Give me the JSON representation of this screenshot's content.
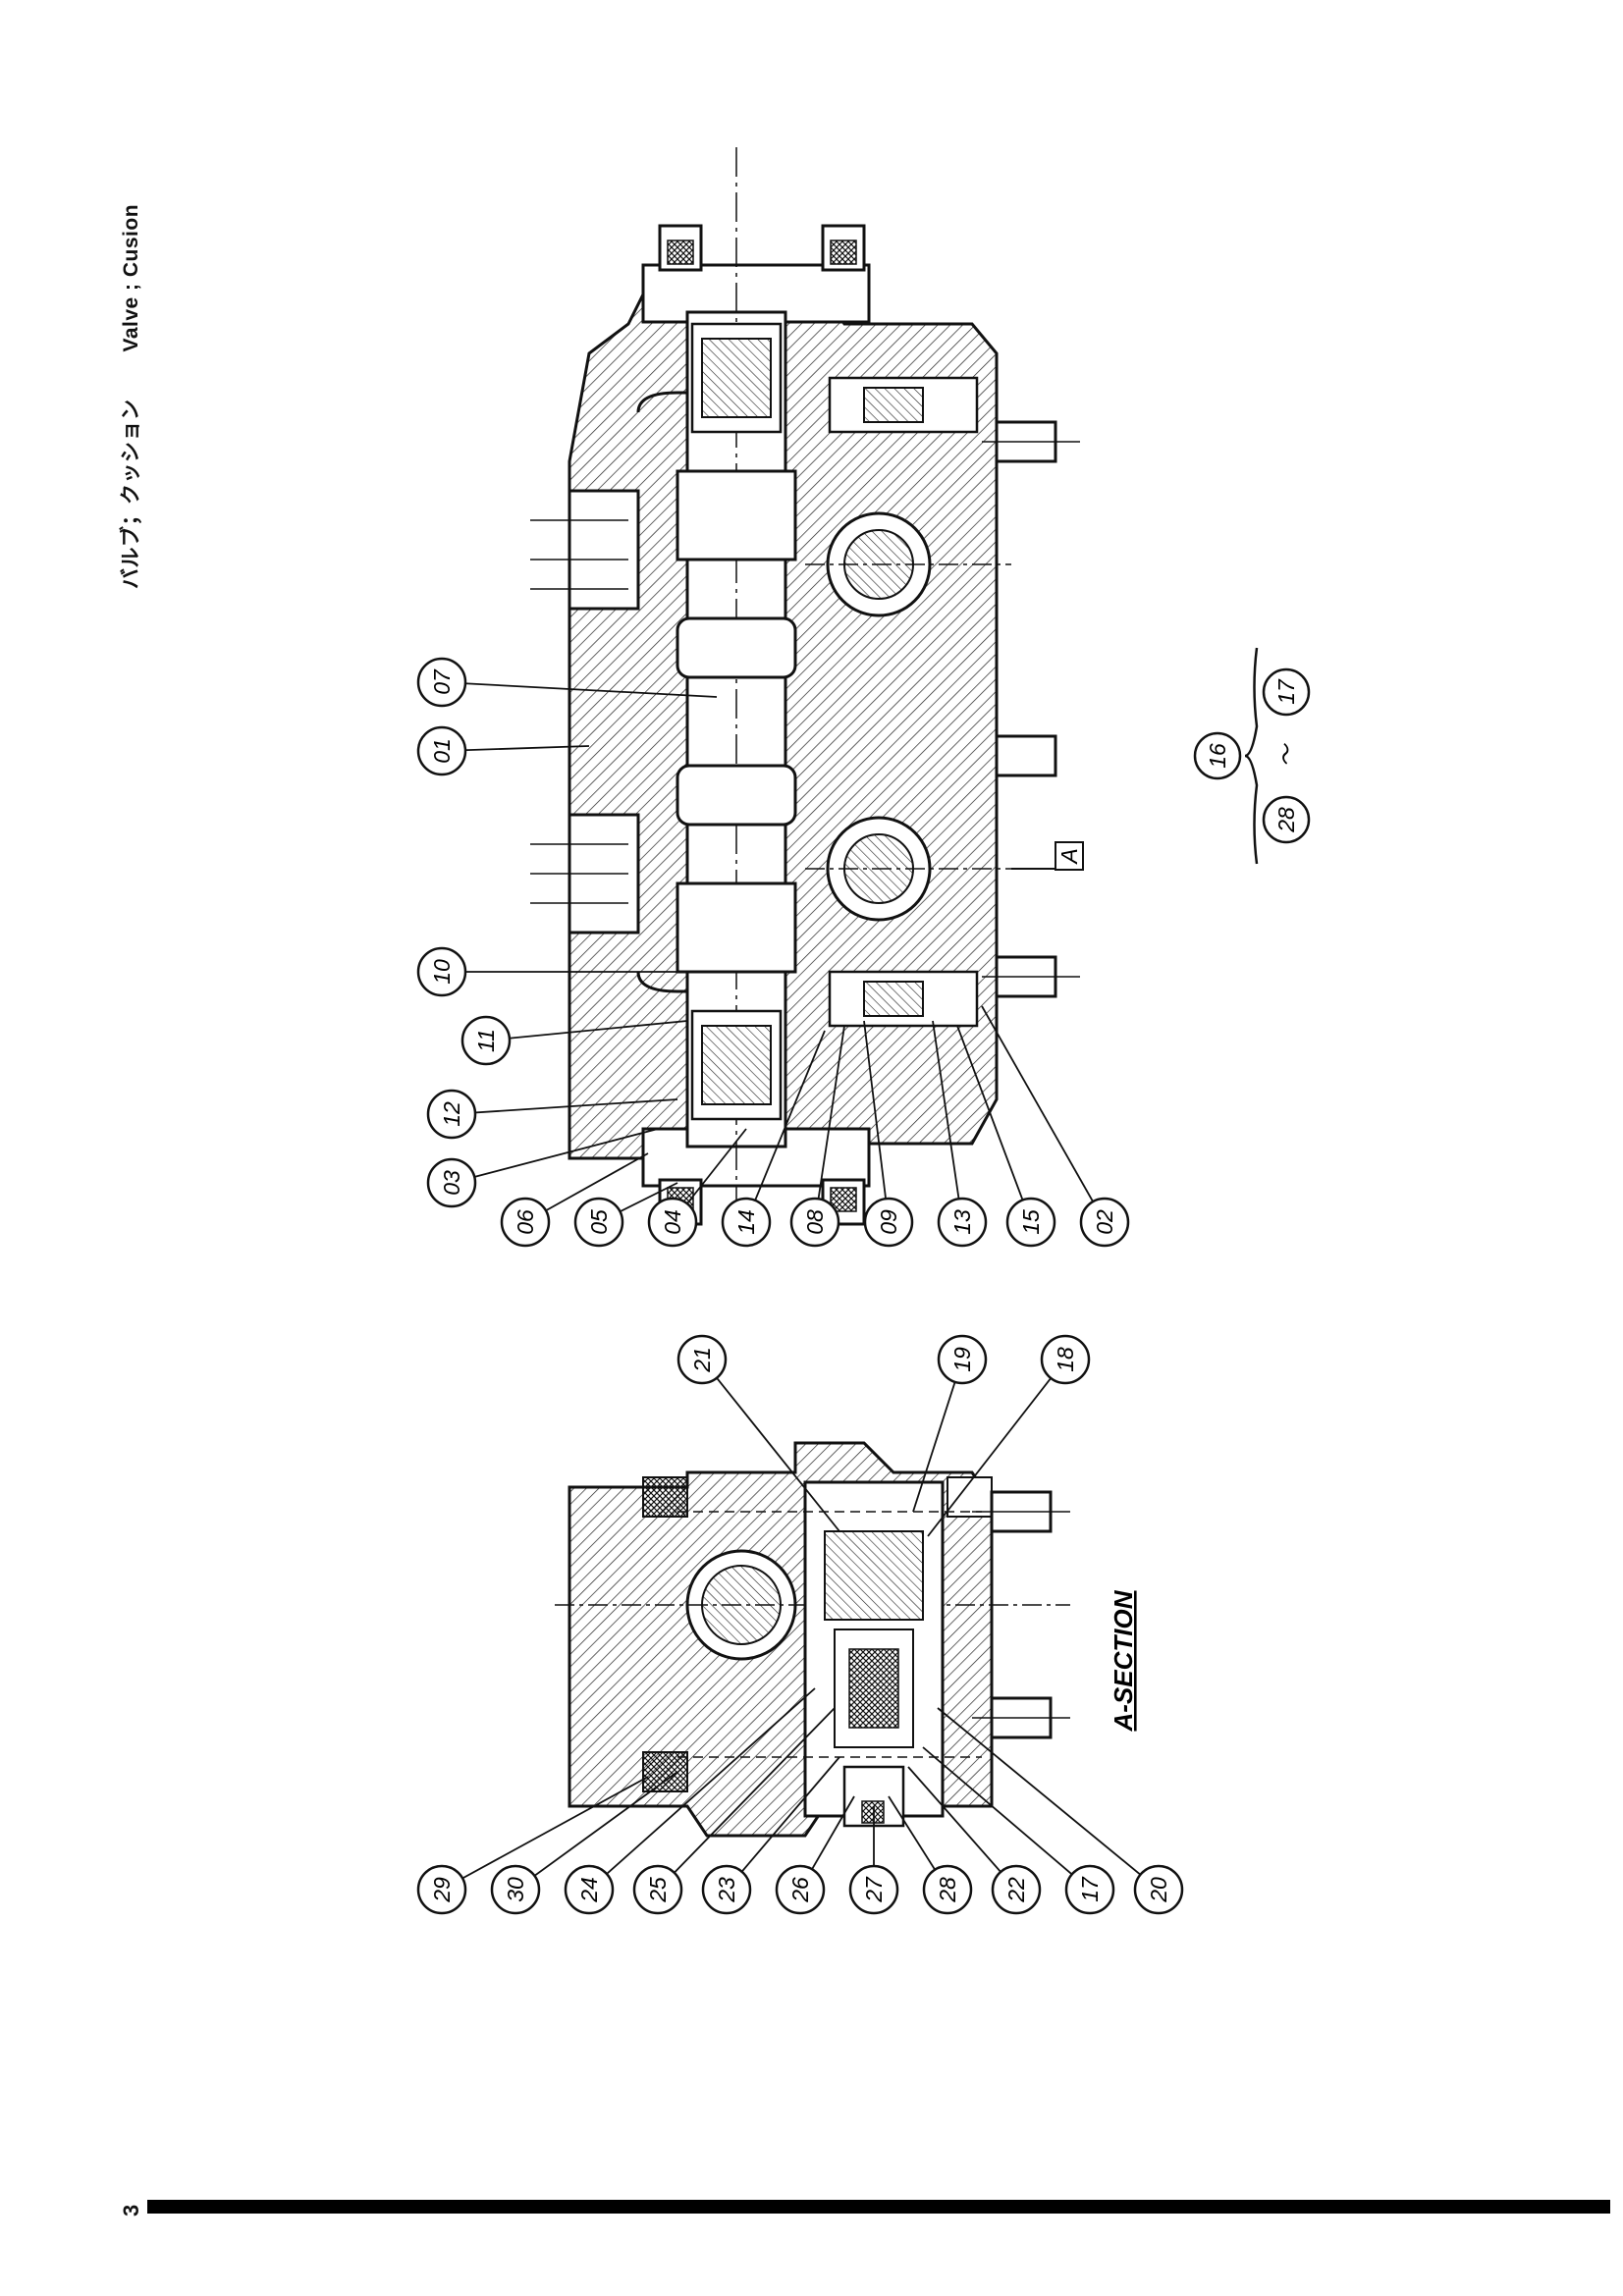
{
  "title": {
    "jp": "バルブ；クッション",
    "en": "Valve ; Cusion"
  },
  "page_number": "3",
  "section_label": "A-SECTION",
  "section_marker": "A",
  "callouts_main": [
    "01",
    "07",
    "10",
    "11",
    "12",
    "03",
    "06",
    "05",
    "04",
    "14",
    "08",
    "09",
    "13",
    "15",
    "02"
  ],
  "callouts_section": [
    "21",
    "19",
    "18",
    "29",
    "30",
    "24",
    "25",
    "23",
    "26",
    "27",
    "28",
    "22",
    "17",
    "20"
  ],
  "assembly": {
    "top": "16",
    "from": "17",
    "to": "28",
    "range_sep": "〜"
  }
}
